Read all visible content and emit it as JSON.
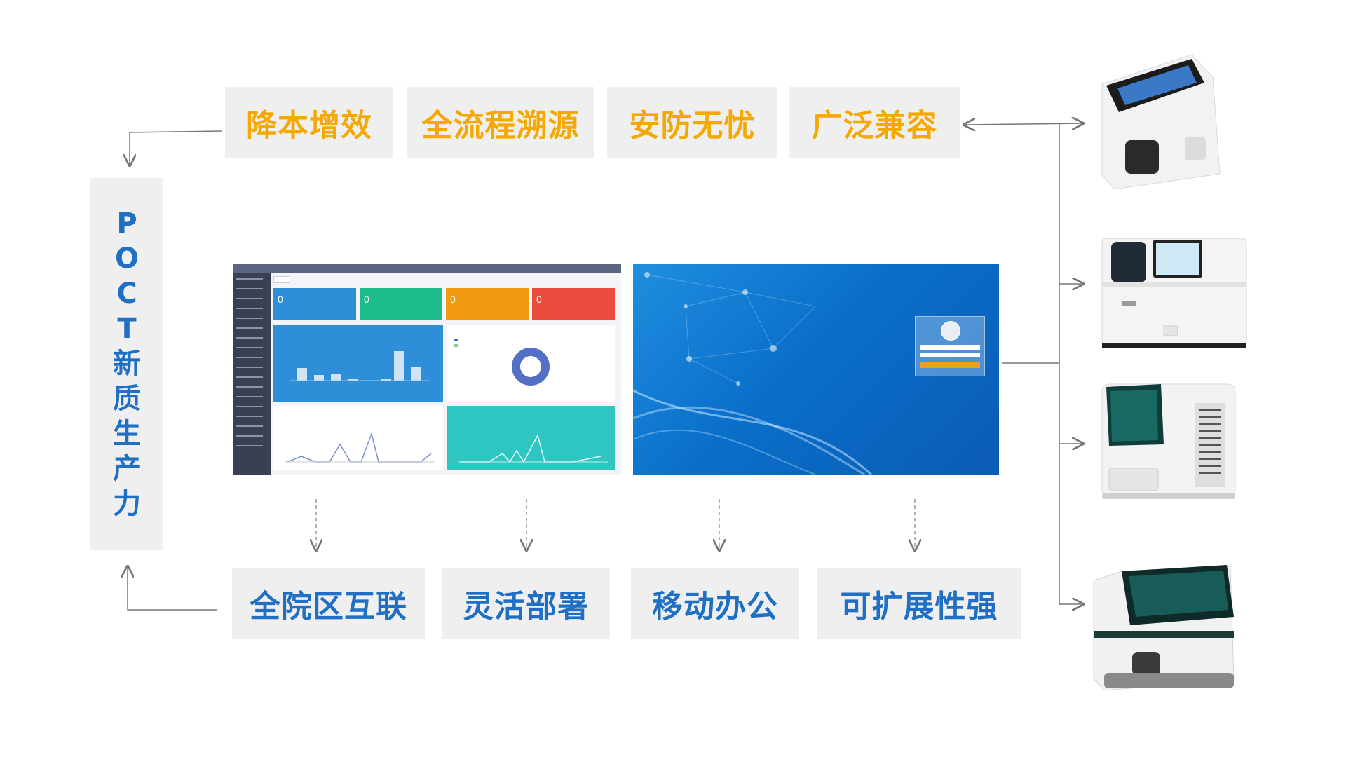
{
  "side_label": [
    "P",
    "O",
    "C",
    "T",
    "新",
    "质",
    "生",
    "产",
    "力"
  ],
  "top_features": [
    "降本增效",
    "全流程溯源",
    "安防无忧",
    "广泛兼容"
  ],
  "bottom_features": [
    "全院区互联",
    "灵活部署",
    "移动办公",
    "可扩展性强"
  ],
  "dashboard": {
    "cards": [
      "0",
      "0",
      "0",
      "0"
    ],
    "card_colors": [
      "#2e8fd8",
      "#1dbc8c",
      "#f19a13",
      "#e94b3c"
    ],
    "panel_blue_color": "#2e8fd8",
    "panel_teal_color": "#2fc6c2",
    "donut_color": "#5470c6"
  },
  "colors": {
    "top_text": "#f5a800",
    "bottom_text": "#1f6fc5",
    "box_bg": "#efefef",
    "arrow": "#777777"
  }
}
